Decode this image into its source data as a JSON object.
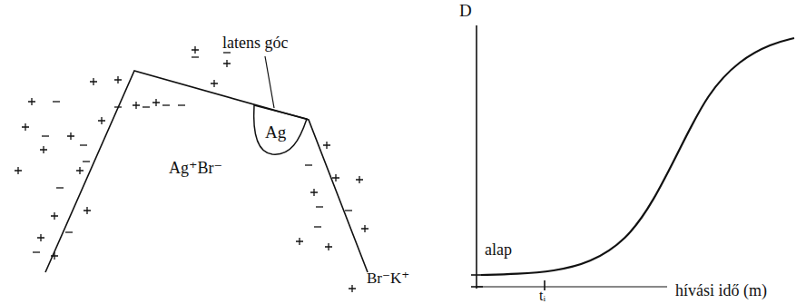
{
  "diagram": {
    "nodes": [
      {
        "text": [
          "Ag"
        ]
      }
    ],
    "labels": [
      "latens góc",
      "Ag⁺Br⁻",
      "Br⁻K⁺",
      "D",
      "alap",
      "tᵢ",
      "hívási idő (m)"
    ]
  }
}
